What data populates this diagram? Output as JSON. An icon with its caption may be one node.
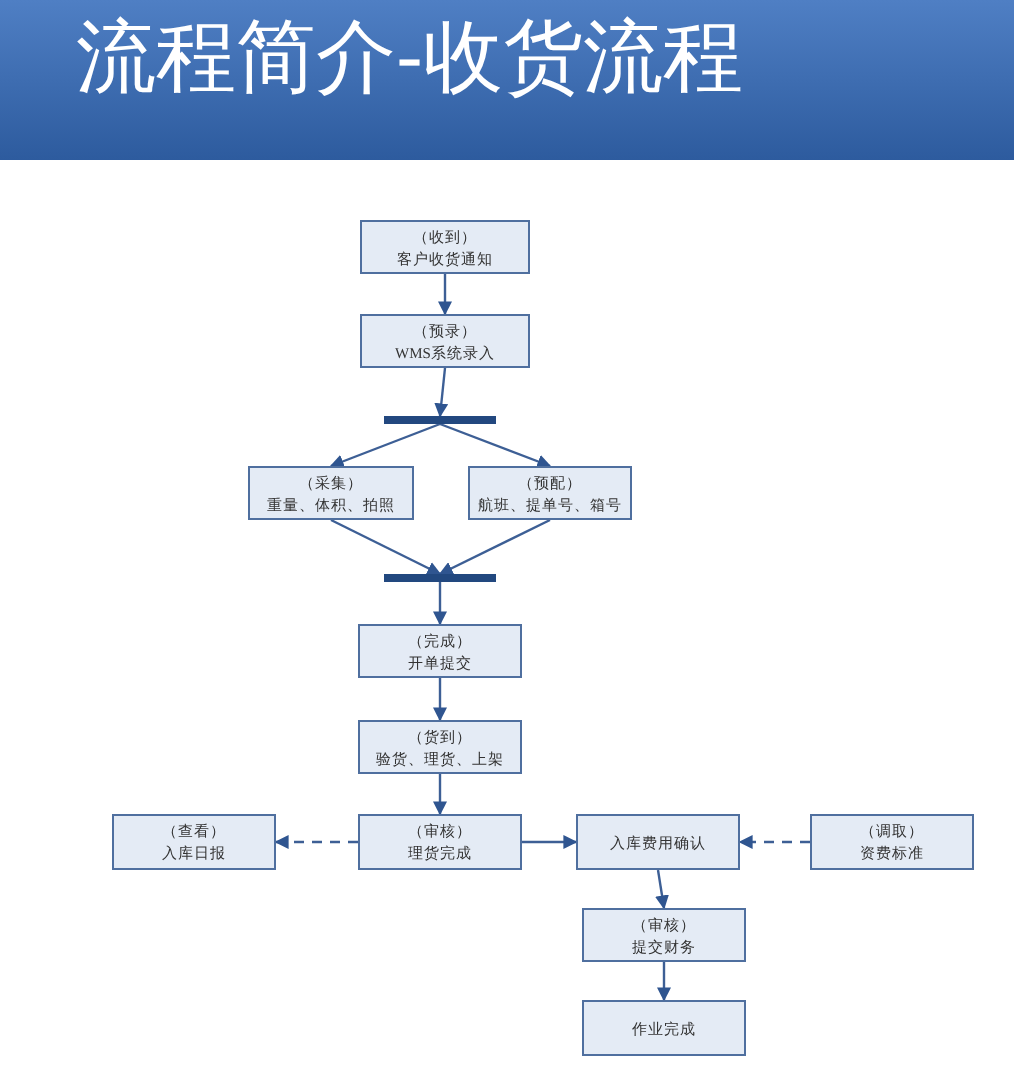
{
  "diagram": {
    "title": "流程简介-收货流程",
    "nodes": [
      {
        "text": [
          "（收到）",
          "客户收货通知"
        ]
      },
      {
        "text": [
          "（预录）",
          "WMS系统录入"
        ]
      },
      {
        "text": [],
        "shape": "bar"
      },
      {
        "text": [
          "（采集）",
          "重量、体积、拍照"
        ]
      },
      {
        "text": [
          "（预配）",
          "航班、提单号、箱号"
        ]
      },
      {
        "text": [],
        "shape": "bar"
      },
      {
        "text": [
          "（完成）",
          "开单提交"
        ]
      },
      {
        "text": [
          "（货到）",
          "验货、理货、上架"
        ]
      },
      {
        "text": [
          "（查看）",
          "入库日报"
        ]
      },
      {
        "text": [
          "（审核）",
          "理货完成"
        ]
      },
      {
        "text": [
          "入库费用确认"
        ]
      },
      {
        "text": [
          "（调取）",
          "资费标准"
        ]
      },
      {
        "text": [
          "（审核）",
          "提交财务"
        ]
      },
      {
        "text": [
          "作业完成"
        ]
      }
    ],
    "edges": [
      {
        "from": 0,
        "to": 1,
        "arrow": "to"
      },
      {
        "from": 1,
        "to": 2,
        "arrow": "to"
      },
      {
        "from": 2,
        "to": 3,
        "arrow": "to"
      },
      {
        "from": 2,
        "to": 4,
        "arrow": "to"
      },
      {
        "from": 3,
        "to": 5,
        "arrow": "to"
      },
      {
        "from": 4,
        "to": 5,
        "arrow": "to"
      },
      {
        "from": 5,
        "to": 6,
        "arrow": "to"
      },
      {
        "from": 6,
        "to": 7,
        "arrow": "to"
      },
      {
        "from": 7,
        "to": 9,
        "arrow": "to"
      },
      {
        "from": 9,
        "to": 8,
        "arrow": "to",
        "style": "dashed"
      },
      {
        "from": 9,
        "to": 10,
        "arrow": "to"
      },
      {
        "from": 11,
        "to": 10,
        "arrow": "to",
        "style": "dashed"
      },
      {
        "from": 10,
        "to": 12,
        "arrow": "to"
      },
      {
        "from": 12,
        "to": 13,
        "arrow": "to"
      }
    ]
  }
}
